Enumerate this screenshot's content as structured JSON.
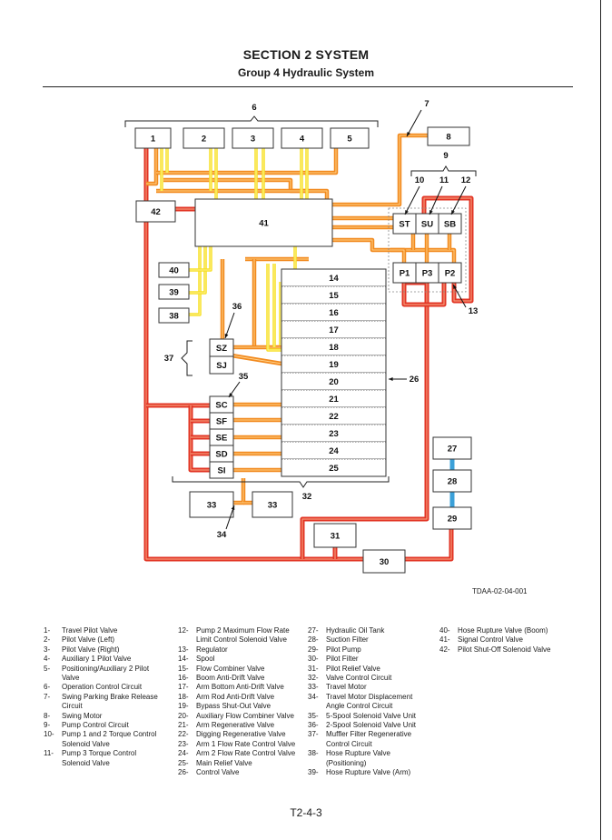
{
  "header": {
    "section": "SECTION 2 SYSTEM",
    "group": "Group 4 Hydraulic System"
  },
  "colors": {
    "main": "#e23424",
    "pilot": "#f28a1f",
    "yellow": "#f7e025",
    "return": "#3ba0d8",
    "box_stroke": "#333333"
  },
  "diagram": {
    "boxes": [
      {
        "label": "1"
      },
      {
        "label": "2"
      },
      {
        "label": "3"
      },
      {
        "label": "4"
      },
      {
        "label": "5"
      },
      {
        "label": "8"
      },
      {
        "label": "42"
      },
      {
        "label": "41"
      },
      {
        "label": "ST"
      },
      {
        "label": "SU"
      },
      {
        "label": "SB"
      },
      {
        "label": "P1"
      },
      {
        "label": "P3"
      },
      {
        "label": "P2"
      },
      {
        "label": "40"
      },
      {
        "label": "39"
      },
      {
        "label": "38"
      },
      {
        "label": "14"
      },
      {
        "label": "15"
      },
      {
        "label": "16"
      },
      {
        "label": "17"
      },
      {
        "label": "18"
      },
      {
        "label": "19"
      },
      {
        "label": "20"
      },
      {
        "label": "21"
      },
      {
        "label": "22"
      },
      {
        "label": "23"
      },
      {
        "label": "24"
      },
      {
        "label": "25"
      },
      {
        "label": "SZ"
      },
      {
        "label": "SJ"
      },
      {
        "label": "SC"
      },
      {
        "label": "SF"
      },
      {
        "label": "SE"
      },
      {
        "label": "SD"
      },
      {
        "label": "SI"
      },
      {
        "label": "33"
      },
      {
        "label": "33"
      },
      {
        "label": "27"
      },
      {
        "label": "28"
      },
      {
        "label": "29"
      },
      {
        "label": "31"
      },
      {
        "label": "30"
      }
    ],
    "callouts": [
      "6",
      "7",
      "9",
      "10",
      "11",
      "12",
      "13",
      "36",
      "37",
      "35",
      "26",
      "32",
      "34"
    ]
  },
  "figure_ref": "TDAA-02-04-001",
  "legend": {
    "col1": [
      {
        "n": "1-",
        "t": "Travel Pilot Valve"
      },
      {
        "n": "2-",
        "t": "Pilot Valve (Left)"
      },
      {
        "n": "3-",
        "t": "Pilot Valve (Right)"
      },
      {
        "n": "4-",
        "t": "Auxiliary 1 Pilot Valve"
      },
      {
        "n": "5-",
        "t": "Positioning/Auxiliary 2 Pilot\nValve"
      },
      {
        "n": "6-",
        "t": "Operation Control Circuit"
      },
      {
        "n": "7-",
        "t": "Swing Parking Brake Release\nCircuit"
      },
      {
        "n": "8-",
        "t": "Swing Motor"
      },
      {
        "n": "9-",
        "t": "Pump Control Circuit"
      },
      {
        "n": "10-",
        "t": "Pump 1 and 2 Torque Control\nSolenoid Valve"
      },
      {
        "n": "11-",
        "t": "Pump 3 Torque Control\nSolenoid Valve"
      }
    ],
    "col2": [
      {
        "n": "12-",
        "t": "Pump 2 Maximum Flow Rate\nLimit Control Solenoid Valve"
      },
      {
        "n": "13-",
        "t": "Regulator"
      },
      {
        "n": "14-",
        "t": "Spool"
      },
      {
        "n": "15-",
        "t": "Flow Combiner Valve"
      },
      {
        "n": "16-",
        "t": "Boom Anti-Drift Valve"
      },
      {
        "n": "17-",
        "t": "Arm Bottom Anti-Drift Valve"
      },
      {
        "n": "18-",
        "t": "Arm Rod Anti-Drift Valve"
      },
      {
        "n": "19-",
        "t": "Bypass Shut-Out Valve"
      },
      {
        "n": "20-",
        "t": "Auxiliary Flow Combiner Valve"
      },
      {
        "n": "21-",
        "t": "Arm Regenerative Valve"
      },
      {
        "n": "22-",
        "t": "Digging Regenerative Valve"
      },
      {
        "n": "23-",
        "t": "Arm 1 Flow Rate Control Valve"
      },
      {
        "n": "24-",
        "t": "Arm 2 Flow Rate Control Valve"
      },
      {
        "n": "25-",
        "t": "Main Relief Valve"
      },
      {
        "n": "26-",
        "t": "Control Valve"
      }
    ],
    "col3": [
      {
        "n": "27-",
        "t": "Hydraulic Oil Tank"
      },
      {
        "n": "28-",
        "t": "Suction Filter"
      },
      {
        "n": "29-",
        "t": "Pilot Pump"
      },
      {
        "n": "30-",
        "t": "Pilot Filter"
      },
      {
        "n": "31-",
        "t": "Pilot Relief Valve"
      },
      {
        "n": "32-",
        "t": "Valve Control Circuit"
      },
      {
        "n": "33-",
        "t": "Travel Motor"
      },
      {
        "n": "34-",
        "t": "Travel Motor Displacement\nAngle Control Circuit"
      },
      {
        "n": "35-",
        "t": "5-Spool Solenoid Valve Unit"
      },
      {
        "n": "36-",
        "t": "2-Spool Solenoid Valve Unit"
      },
      {
        "n": "37-",
        "t": "Muffler Filter Regenerative\nControl Circuit"
      },
      {
        "n": "38-",
        "t": "Hose Rupture Valve\n(Positioning)"
      },
      {
        "n": "39-",
        "t": "Hose Rupture Valve (Arm)"
      }
    ],
    "col4": [
      {
        "n": "40-",
        "t": "Hose Rupture Valve (Boom)"
      },
      {
        "n": "41-",
        "t": "Signal Control Valve"
      },
      {
        "n": "42-",
        "t": "Pilot Shut-Off Solenoid Valve"
      }
    ]
  },
  "footer": {
    "page": "T2-4-3"
  }
}
